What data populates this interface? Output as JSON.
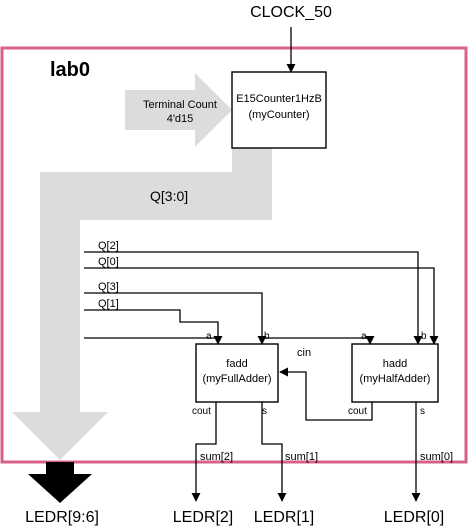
{
  "clock_label": "CLOCK_50",
  "module_label": "lab0",
  "terminal_count": {
    "line1": "Terminal Count",
    "line2": "4'd15"
  },
  "counter": {
    "line1": "E15Counter1HzB",
    "line2": "(myCounter)"
  },
  "bus_label": "Q[3:0]",
  "wire_labels": {
    "q2": "Q[2]",
    "q0": "Q[0]",
    "q3": "Q[3]",
    "q1": "Q[1]"
  },
  "full_adder": {
    "line1": "fadd",
    "line2": "(myFullAdder)",
    "port_a": "a",
    "port_b": "b",
    "port_cout": "cout",
    "port_s": "s"
  },
  "half_adder": {
    "line1": "hadd",
    "line2": "(myHalfAdder)",
    "port_a": "a",
    "port_b": "b",
    "port_cout": "cout",
    "port_s": "s"
  },
  "cin_label": "cin",
  "sum_labels": {
    "sum2": "sum[2]",
    "sum1": "sum[1]",
    "sum0": "sum[0]"
  },
  "outputs": {
    "ledr96": "LEDR[9:6]",
    "ledr2": "LEDR[2]",
    "ledr1": "LEDR[1]",
    "ledr0": "LEDR[0]"
  },
  "colors": {
    "module_border": "#d9608c",
    "gray_arrow": "#dcdcdc",
    "black": "#000000"
  }
}
